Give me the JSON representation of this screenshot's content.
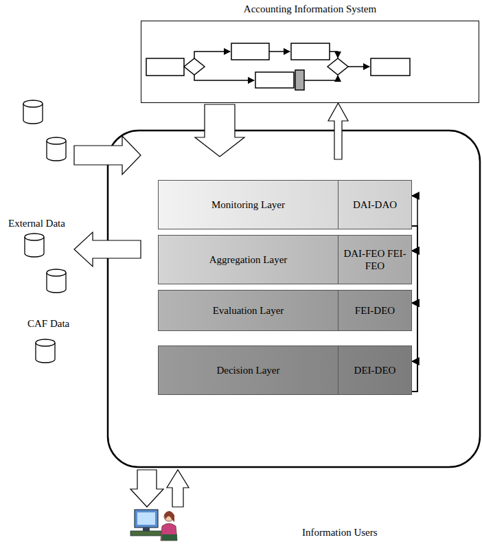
{
  "diagram": {
    "nodes": [
      {
        "text": [
          "Accounting Information System"
        ]
      },
      {
        "text": [
          "Monitoring Layer",
          "DAI-DAO"
        ]
      },
      {
        "text": [
          "Aggregation Layer",
          "DAI-FEO FEI-FEO"
        ]
      },
      {
        "text": [
          "Evaluation Layer",
          "FEI-DEO"
        ]
      },
      {
        "text": [
          "Decision Layer",
          "DEI-DEO"
        ]
      }
    ],
    "edges": [
      {
        "from": 1,
        "to": 2,
        "arrow": "to"
      },
      {
        "from": 1,
        "to": 3,
        "arrow": "to"
      },
      {
        "from": 1,
        "to": 4,
        "arrow": "to"
      },
      {
        "from": 4,
        "to": 1,
        "arrow": "to"
      },
      {
        "from": 4,
        "to": 2,
        "arrow": "to"
      },
      {
        "from": 4,
        "to": 3,
        "arrow": "to"
      }
    ],
    "labels": [
      "External Data",
      "CAF Data",
      "Information Users"
    ]
  }
}
